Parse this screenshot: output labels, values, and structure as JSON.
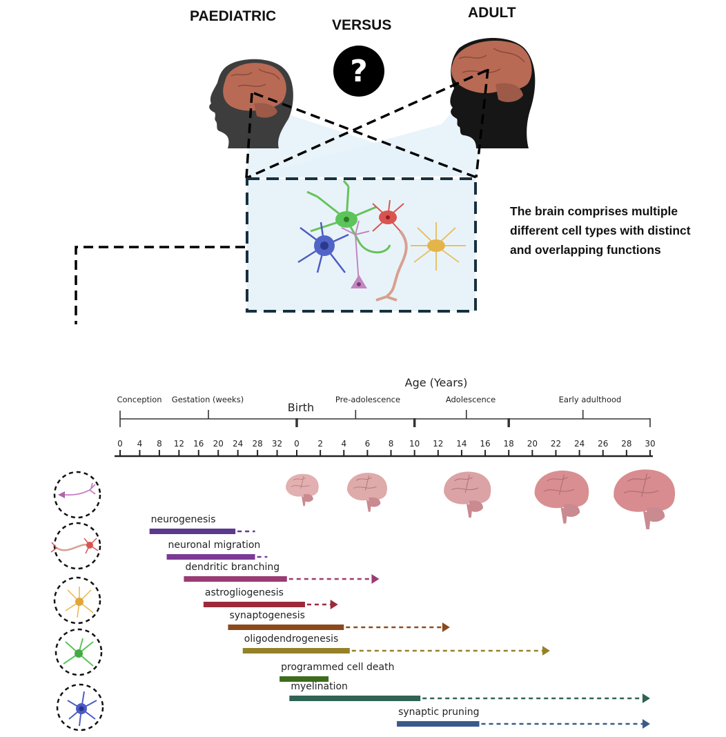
{
  "header": {
    "left_title": "PAEDIATRIC",
    "center_title": "VERSUS",
    "right_title": "ADULT",
    "question_icon": "question-mark-icon",
    "question_glyph": "?"
  },
  "caption": {
    "lines": [
      "The brain comprises multiple",
      "different cell types with distinct",
      "and overlapping functions"
    ]
  },
  "cell_icons": [
    {
      "name": "neuron-pink-icon",
      "color": "#c77dc2"
    },
    {
      "name": "neuron-red-icon",
      "color": "#d9534f"
    },
    {
      "name": "astrocyte-yellow-icon",
      "color": "#e8b64a"
    },
    {
      "name": "oligodendrocyte-green-icon",
      "color": "#5cc45a"
    },
    {
      "name": "microglia-blue-icon",
      "color": "#4b5bc4"
    }
  ],
  "chart_data": {
    "type": "gantt",
    "title": "Age (Years)",
    "milestone_label": "Birth",
    "periods": [
      {
        "label": "Conception"
      },
      {
        "label": "Gestation (weeks)"
      },
      {
        "label": "Pre-adolescence"
      },
      {
        "label": "Adolescence"
      },
      {
        "label": "Early adulthood"
      }
    ],
    "period_boundaries_years": [
      0,
      10,
      18,
      30
    ],
    "prenatal_ticks_weeks": [
      "0",
      "4",
      "8",
      "12",
      "16",
      "20",
      "24",
      "28",
      "32"
    ],
    "postnatal_ticks_years": [
      "0",
      "2",
      "4",
      "6",
      "8",
      "10",
      "12",
      "14",
      "16",
      "18",
      "20",
      "22",
      "24",
      "26",
      "28",
      "30"
    ],
    "brain_icons_at_years": [
      0,
      5.5,
      14,
      22,
      29
    ],
    "axis_units": "prenatal in gestational weeks (gw), postnatal in years (y)",
    "processes": [
      {
        "label": "neurogenesis",
        "color": "#5b3a8e",
        "start": {
          "gw": 6
        },
        "end": {
          "gw": 23.5
        },
        "extends_to": {
          "gw": 27.5
        },
        "arrow": false
      },
      {
        "label": "neuronal migration",
        "color": "#7b3a95",
        "start": {
          "gw": 9.5
        },
        "end": {
          "gw": 27.5
        },
        "extends_to": {
          "gw": 30
        },
        "arrow": false
      },
      {
        "label": "dendritic branching",
        "color": "#9a3b73",
        "start": {
          "gw": 13
        },
        "end": {
          "gw": 34
        },
        "extends_to": {
          "y": 7
        },
        "arrow": true
      },
      {
        "label": "astrogliogenesis",
        "color": "#9b2b3a",
        "start": {
          "gw": 17
        },
        "end": {
          "y": 0.7
        },
        "extends_to": {
          "y": 3.5
        },
        "arrow": true
      },
      {
        "label": "synaptogenesis",
        "color": "#8a4a1e",
        "start": {
          "gw": 22
        },
        "end": {
          "y": 4
        },
        "extends_to": {
          "y": 13
        },
        "arrow": true
      },
      {
        "label": "oligodendrogenesis",
        "color": "#958127",
        "start": {
          "gw": 25
        },
        "end": {
          "y": 4.5
        },
        "extends_to": {
          "y": 21.5
        },
        "arrow": true
      },
      {
        "label": "programmed cell death",
        "color": "#3e6b1e",
        "start": {
          "gw": 32.5
        },
        "end": {
          "y": 2.7
        },
        "extends_to": null,
        "arrow": false
      },
      {
        "label": "myelination",
        "color": "#2e6355",
        "start": {
          "gw": 34.5
        },
        "end": {
          "y": 10.5
        },
        "extends_to": {
          "y": 30
        },
        "arrow": true
      },
      {
        "label": "synaptic pruning",
        "color": "#3a5a8a",
        "start": {
          "y": 8.5
        },
        "end": {
          "y": 15.5
        },
        "extends_to": {
          "y": 30
        },
        "arrow": true
      }
    ]
  }
}
